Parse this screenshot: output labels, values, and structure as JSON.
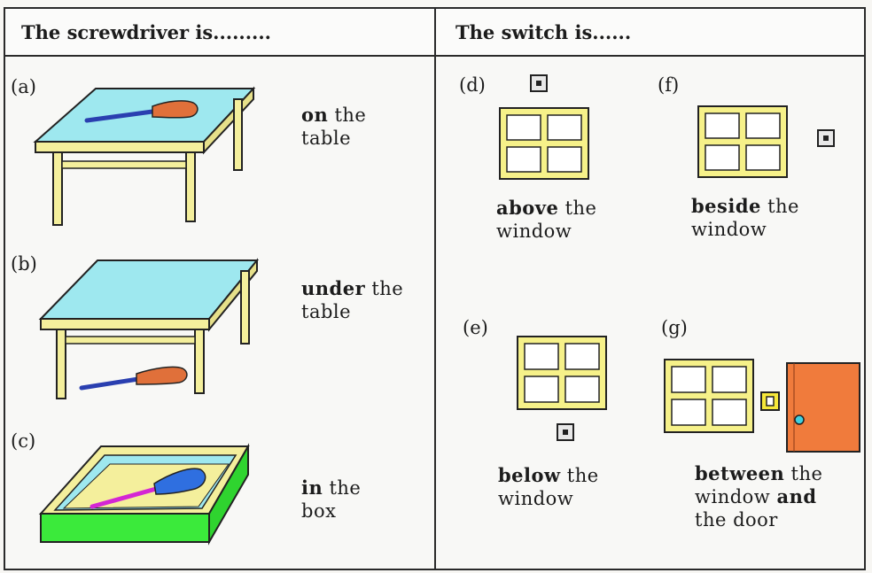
{
  "headers": {
    "left": "The screwdriver is.........",
    "right": "The switch is......"
  },
  "screwdriver": {
    "a": {
      "tag": "(a)",
      "keyword": "on",
      "rest1": "the",
      "line2": "table"
    },
    "b": {
      "tag": "(b)",
      "keyword": "under",
      "rest1": "the",
      "line2": "table"
    },
    "c": {
      "tag": "(c)",
      "keyword": "in",
      "rest1": "the",
      "line2": "box"
    }
  },
  "switch": {
    "d": {
      "tag": "(d)",
      "keyword": "above",
      "rest1": "the",
      "line2": "window"
    },
    "f": {
      "tag": "(f)",
      "keyword": "beside",
      "rest1": "the",
      "line2": "window"
    },
    "e": {
      "tag": "(e)",
      "keyword": "below",
      "rest1": "the",
      "line2": "window"
    },
    "g": {
      "tag": "(g)",
      "keyword": "between",
      "rest1": "the",
      "line2a": "window",
      "line2b": "and",
      "line3": "the door"
    }
  },
  "colors": {
    "tabletop": "#9ee8ef",
    "wood": "#f4ef9c",
    "handle": "#e0703a",
    "shaft": "#2a3fb0",
    "box_top": "#f4ef9c",
    "box_side": "#3bea3b",
    "door": "#f07b3c"
  }
}
